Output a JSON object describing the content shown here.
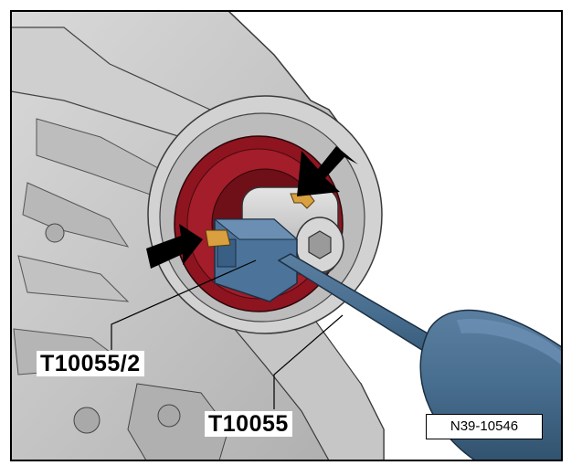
{
  "figure": {
    "labels": {
      "tool_small": "T10055/2",
      "tool_large": "T10055"
    },
    "figure_code": "N39-10546",
    "colors": {
      "housing": "#c9c9c9",
      "seal_ring": "#8e1420",
      "tool": "#476d8f",
      "arrow": "#000000",
      "frame": "#000000"
    },
    "icons": [
      "arrow-upper-icon",
      "arrow-lower-icon"
    ]
  }
}
